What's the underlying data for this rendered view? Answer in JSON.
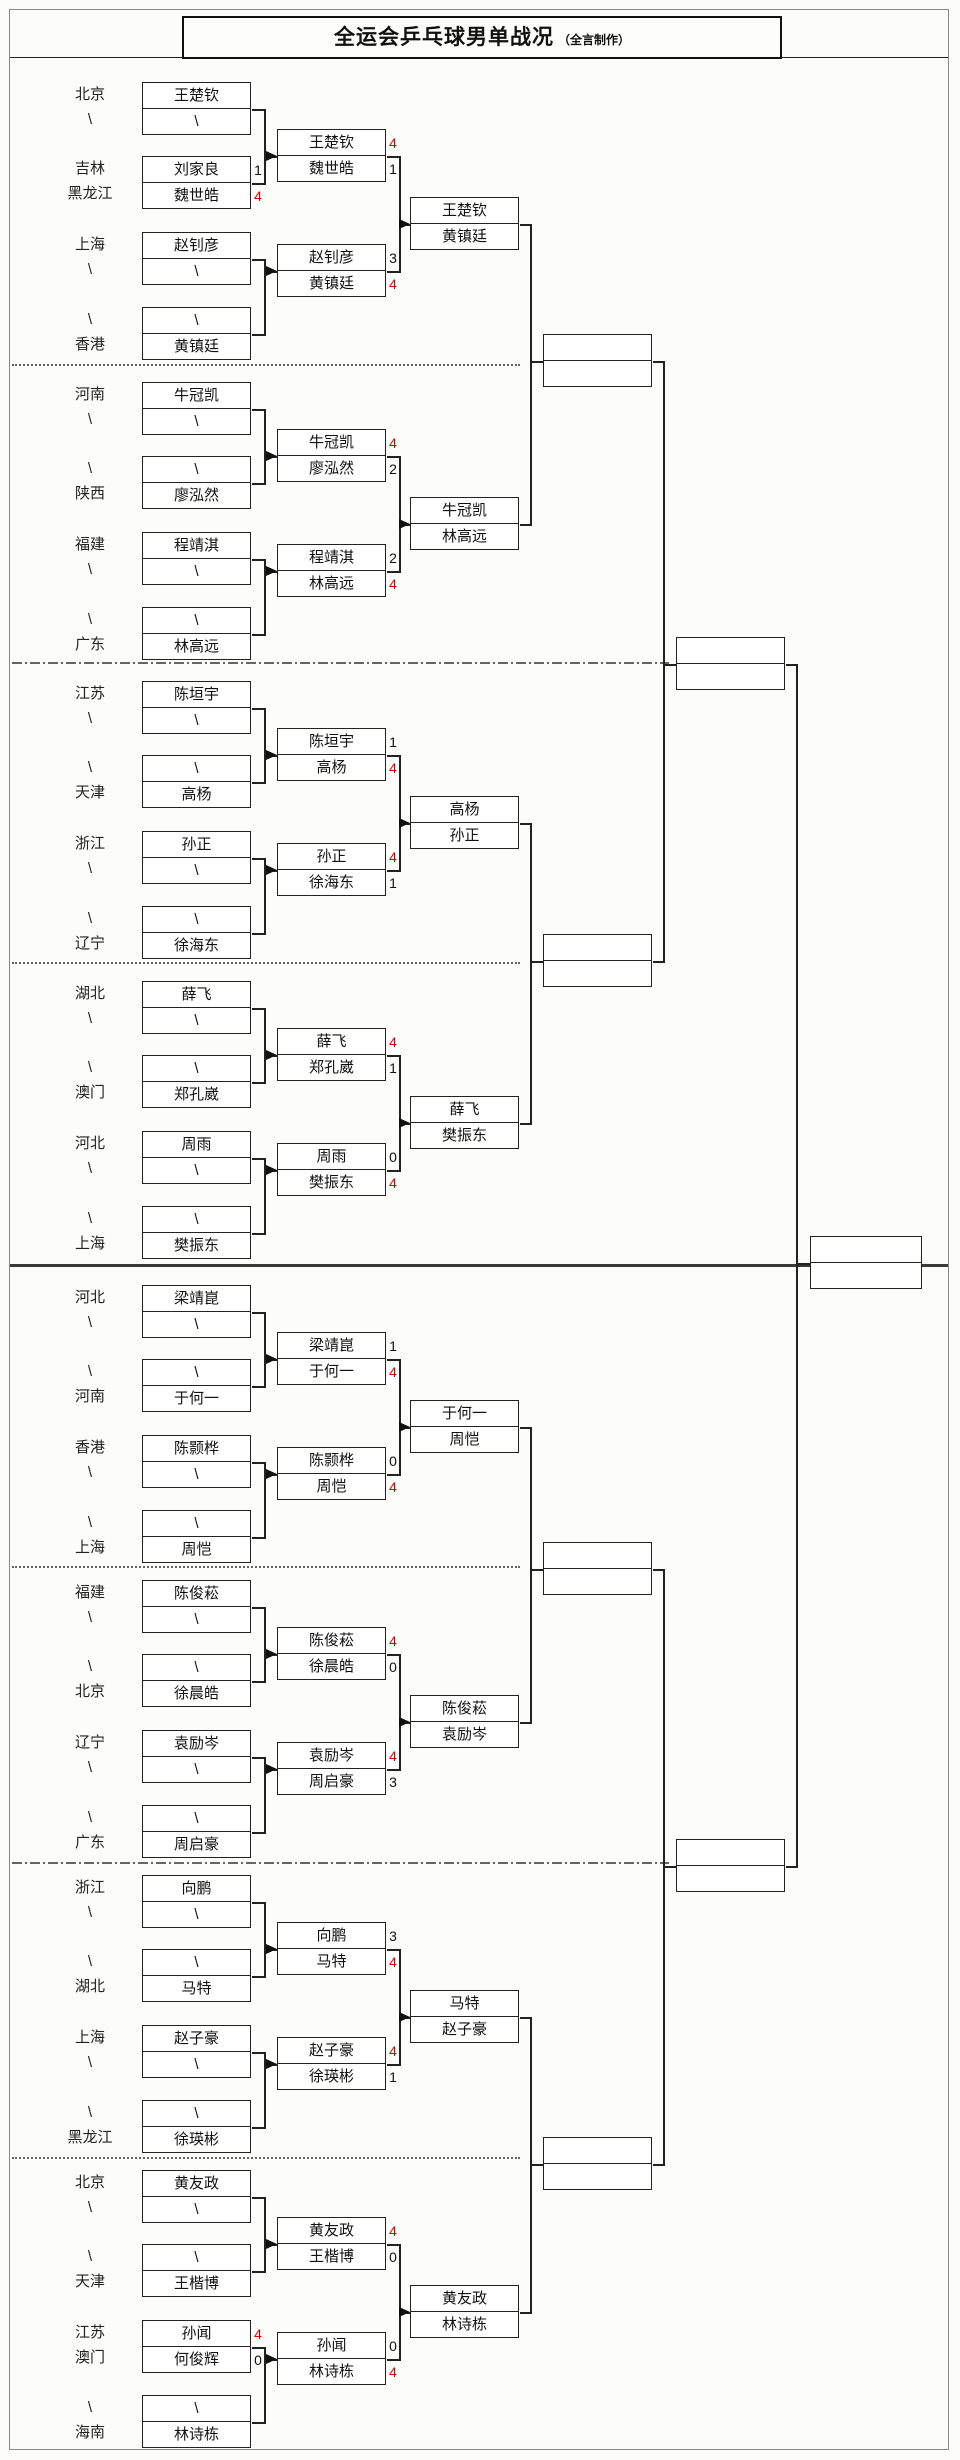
{
  "title": {
    "main": "全运会乒乓球男单战况",
    "credit": "（全言制作）"
  },
  "colors": {
    "win_score": "#d00000",
    "line": "#222222"
  },
  "sections": [
    {
      "labels": {
        "a1": "北京",
        "a2": "\\",
        "b1": "吉林",
        "b2": "黑龙江",
        "c1": "上海",
        "c2": "\\",
        "d1": "\\",
        "d2": "香港"
      },
      "r1a": {
        "top": "王楚钦",
        "bot": "\\"
      },
      "r1b": {
        "top": "刘家良",
        "bot": "魏世皓",
        "ts": "1",
        "bs": "4"
      },
      "r1c": {
        "top": "赵钊彦",
        "bot": "\\"
      },
      "r1d": {
        "top": "\\",
        "bot": "黄镇廷"
      },
      "r2ab": {
        "top": "王楚钦",
        "bot": "魏世皓",
        "ts": "4",
        "bs": "1"
      },
      "r2cd": {
        "top": "赵钊彦",
        "bot": "黄镇廷",
        "ts": "3",
        "bs": "4"
      },
      "r3": {
        "top": "王楚钦",
        "bot": "黄镇廷"
      }
    },
    {
      "labels": {
        "a1": "河南",
        "a2": "\\",
        "b1": "\\",
        "b2": "陕西",
        "c1": "福建",
        "c2": "\\",
        "d1": "\\",
        "d2": "广东"
      },
      "r1a": {
        "top": "牛冠凯",
        "bot": "\\"
      },
      "r1b": {
        "top": "\\",
        "bot": "廖泓然"
      },
      "r1c": {
        "top": "程靖淇",
        "bot": "\\"
      },
      "r1d": {
        "top": "\\",
        "bot": "林高远"
      },
      "r2ab": {
        "top": "牛冠凯",
        "bot": "廖泓然",
        "ts": "4",
        "bs": "2"
      },
      "r2cd": {
        "top": "程靖淇",
        "bot": "林高远",
        "ts": "2",
        "bs": "4"
      },
      "r3": {
        "top": "牛冠凯",
        "bot": "林高远"
      }
    },
    {
      "labels": {
        "a1": "江苏",
        "a2": "\\",
        "b1": "\\",
        "b2": "天津",
        "c1": "浙江",
        "c2": "\\",
        "d1": "\\",
        "d2": "辽宁"
      },
      "r1a": {
        "top": "陈垣宇",
        "bot": "\\"
      },
      "r1b": {
        "top": "\\",
        "bot": "高杨"
      },
      "r1c": {
        "top": "孙正",
        "bot": "\\"
      },
      "r1d": {
        "top": "\\",
        "bot": "徐海东"
      },
      "r2ab": {
        "top": "陈垣宇",
        "bot": "高杨",
        "ts": "1",
        "bs": "4"
      },
      "r2cd": {
        "top": "孙正",
        "bot": "徐海东",
        "ts": "4",
        "bs": "1"
      },
      "r3": {
        "top": "高杨",
        "bot": "孙正"
      }
    },
    {
      "labels": {
        "a1": "湖北",
        "a2": "\\",
        "b1": "\\",
        "b2": "澳门",
        "c1": "河北",
        "c2": "\\",
        "d1": "\\",
        "d2": "上海"
      },
      "r1a": {
        "top": "薛飞",
        "bot": "\\"
      },
      "r1b": {
        "top": "\\",
        "bot": "郑孔崴"
      },
      "r1c": {
        "top": "周雨",
        "bot": "\\"
      },
      "r1d": {
        "top": "\\",
        "bot": "樊振东"
      },
      "r2ab": {
        "top": "薛飞",
        "bot": "郑孔崴",
        "ts": "4",
        "bs": "1"
      },
      "r2cd": {
        "top": "周雨",
        "bot": "樊振东",
        "ts": "0",
        "bs": "4"
      },
      "r3": {
        "top": "薛飞",
        "bot": "樊振东"
      }
    },
    {
      "labels": {
        "a1": "河北",
        "a2": "\\",
        "b1": "\\",
        "b2": "河南",
        "c1": "香港",
        "c2": "\\",
        "d1": "\\",
        "d2": "上海"
      },
      "r1a": {
        "top": "梁靖崑",
        "bot": "\\"
      },
      "r1b": {
        "top": "\\",
        "bot": "于何一"
      },
      "r1c": {
        "top": "陈颢桦",
        "bot": "\\"
      },
      "r1d": {
        "top": "\\",
        "bot": "周恺"
      },
      "r2ab": {
        "top": "梁靖崑",
        "bot": "于何一",
        "ts": "1",
        "bs": "4"
      },
      "r2cd": {
        "top": "陈颢桦",
        "bot": "周恺",
        "ts": "0",
        "bs": "4"
      },
      "r3": {
        "top": "于何一",
        "bot": "周恺"
      }
    },
    {
      "labels": {
        "a1": "福建",
        "a2": "\\",
        "b1": "\\",
        "b2": "北京",
        "c1": "辽宁",
        "c2": "\\",
        "d1": "\\",
        "d2": "广东"
      },
      "r1a": {
        "top": "陈俊菘",
        "bot": "\\"
      },
      "r1b": {
        "top": "\\",
        "bot": "徐晨皓"
      },
      "r1c": {
        "top": "袁励岑",
        "bot": "\\"
      },
      "r1d": {
        "top": "\\",
        "bot": "周启豪"
      },
      "r2ab": {
        "top": "陈俊菘",
        "bot": "徐晨皓",
        "ts": "4",
        "bs": "0"
      },
      "r2cd": {
        "top": "袁励岑",
        "bot": "周启豪",
        "ts": "4",
        "bs": "3"
      },
      "r3": {
        "top": "陈俊菘",
        "bot": "袁励岑"
      }
    },
    {
      "labels": {
        "a1": "浙江",
        "a2": "\\",
        "b1": "\\",
        "b2": "湖北",
        "c1": "上海",
        "c2": "\\",
        "d1": "\\",
        "d2": "黑龙江"
      },
      "r1a": {
        "top": "向鹏",
        "bot": "\\"
      },
      "r1b": {
        "top": "\\",
        "bot": "马特"
      },
      "r1c": {
        "top": "赵子豪",
        "bot": "\\"
      },
      "r1d": {
        "top": "\\",
        "bot": "徐瑛彬"
      },
      "r2ab": {
        "top": "向鹏",
        "bot": "马特",
        "ts": "3",
        "bs": "4"
      },
      "r2cd": {
        "top": "赵子豪",
        "bot": "徐瑛彬",
        "ts": "4",
        "bs": "1"
      },
      "r3": {
        "top": "马特",
        "bot": "赵子豪"
      }
    },
    {
      "labels": {
        "a1": "北京",
        "a2": "\\",
        "b1": "\\",
        "b2": "天津",
        "c1": "江苏",
        "c2": "澳门",
        "d1": "\\",
        "d2": "海南"
      },
      "r1a": {
        "top": "黄友政",
        "bot": "\\"
      },
      "r1b": {
        "top": "\\",
        "bot": "王楷博"
      },
      "r1c": {
        "top": "孙闻",
        "bot": "何俊辉",
        "ts": "4",
        "bs": "0"
      },
      "r1d": {
        "top": "\\",
        "bot": "林诗栋"
      },
      "r2ab": {
        "top": "黄友政",
        "bot": "王楷博",
        "ts": "4",
        "bs": "0"
      },
      "r2cd": {
        "top": "孙闻",
        "bot": "林诗栋",
        "ts": "0",
        "bs": "4"
      },
      "r3": {
        "top": "黄友政",
        "bot": "林诗栋"
      }
    }
  ]
}
